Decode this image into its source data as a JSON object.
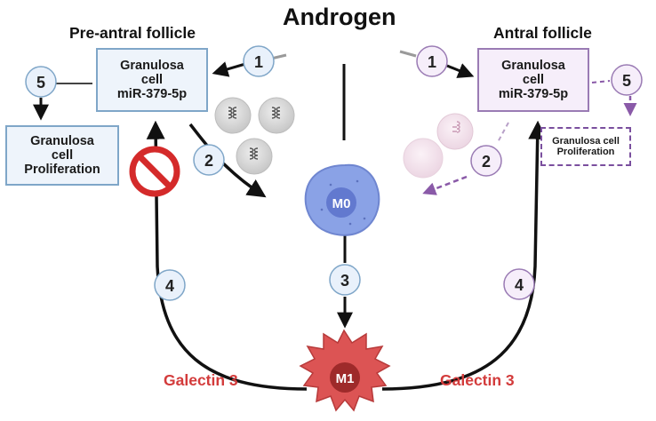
{
  "title": "Androgen",
  "left_section": {
    "heading": "Pre-antral follicle",
    "granulosa_lines": [
      "Granulosa",
      "cell",
      "miR-379-5p"
    ],
    "proliferation_lines": [
      "Granulosa",
      "cell",
      "Proliferation"
    ]
  },
  "right_section": {
    "heading": "Antral follicle",
    "granulosa_lines": [
      "Granulosa",
      "cell",
      "miR-379-5p"
    ],
    "proliferation_lines": [
      "Granulosa cell",
      "Proliferation"
    ]
  },
  "macrophages": {
    "m0": "M0",
    "m1": "M1"
  },
  "galectin_label": "Galectin 3",
  "steps": {
    "s1": "1",
    "s2": "2",
    "s3": "3",
    "s4": "4",
    "s5": "5"
  },
  "colors": {
    "blue_border": "#7fa6c8",
    "blue_fill": "#eef4fb",
    "purple_border": "#7a4f9e",
    "purple_fill": "#f6eefa",
    "red": "#d33b3b",
    "m0_fill": "#8aa2e6",
    "m1_fill": "#dc5454"
  },
  "icons": [
    "inhibition-icon",
    "exosome-icon",
    "m0-macrophage-icon",
    "m1-macrophage-icon"
  ]
}
